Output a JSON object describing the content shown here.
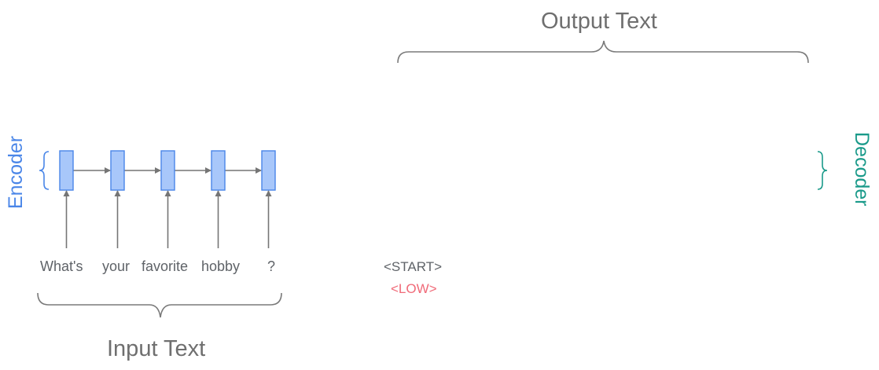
{
  "output_label": "Output Text",
  "input_label": "Input Text",
  "encoder_label": "Encoder",
  "decoder_label": "Decoder",
  "input_tokens": [
    "What's",
    "your",
    "favorite",
    "hobby",
    "?"
  ],
  "decoder_tokens": [
    "<START>",
    "<LOW>"
  ],
  "colors": {
    "encoder": "#4a86e8",
    "decoder": "#1a9a8a",
    "cell_fill": "#a8c7fa",
    "cell_stroke": "#4a86e8",
    "arrow": "#757575",
    "brace": "#7a7a7a",
    "start_token": "#5f6368",
    "low_token": "#f06a78"
  }
}
